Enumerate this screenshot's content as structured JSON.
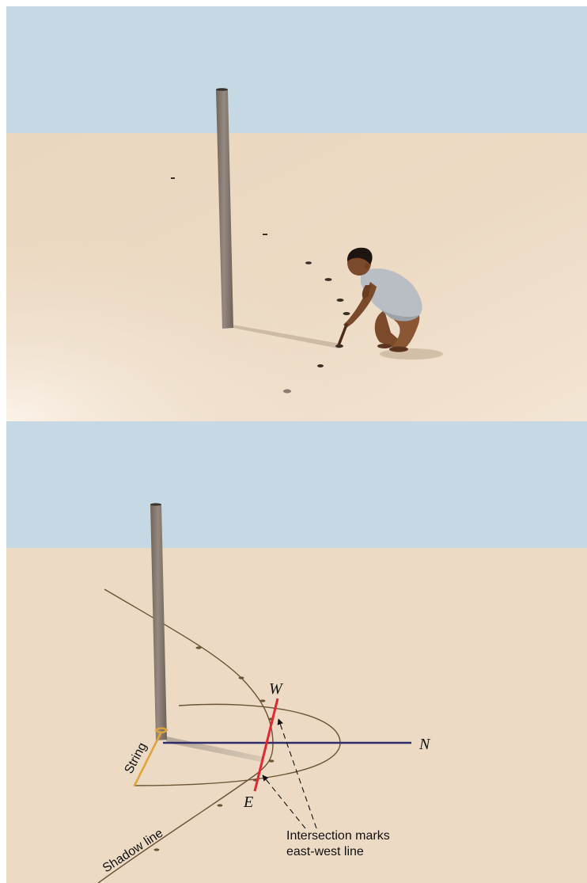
{
  "colors": {
    "sky": "#c6d8e4",
    "ground": "#ecdac4",
    "pole": "#86796f",
    "string": "#e2a43a",
    "ew_line": "#e3262f",
    "north_line": "#2e2c6c",
    "curve": "#6b5334",
    "skin": "#7a4a2a",
    "shirt": "#b9bdc4"
  },
  "labels": {
    "west": "W",
    "north": "N",
    "east": "E",
    "string": "String",
    "intersection_line1": "Intersection marks",
    "intersection_line2": "east-west line",
    "shadow_line": "Shadow line"
  }
}
